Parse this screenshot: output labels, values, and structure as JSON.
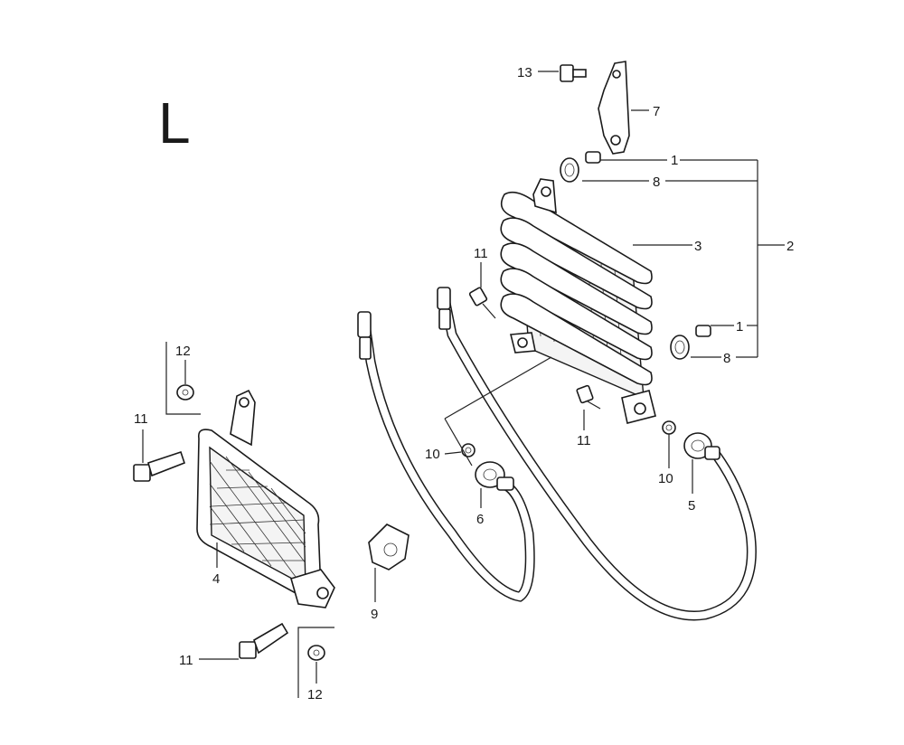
{
  "diagram": {
    "section_letter": "L",
    "callouts": {
      "c1a": "1",
      "c1b": "1",
      "c2": "2",
      "c3": "3",
      "c4": "4",
      "c5": "5",
      "c6": "6",
      "c7": "7",
      "c8a": "8",
      "c8b": "8",
      "c9": "9",
      "c10a": "10",
      "c10b": "10",
      "c11a": "11",
      "c11b": "11",
      "c11c": "11",
      "c11d": "11",
      "c12a": "12",
      "c12b": "12",
      "c13": "13"
    }
  }
}
